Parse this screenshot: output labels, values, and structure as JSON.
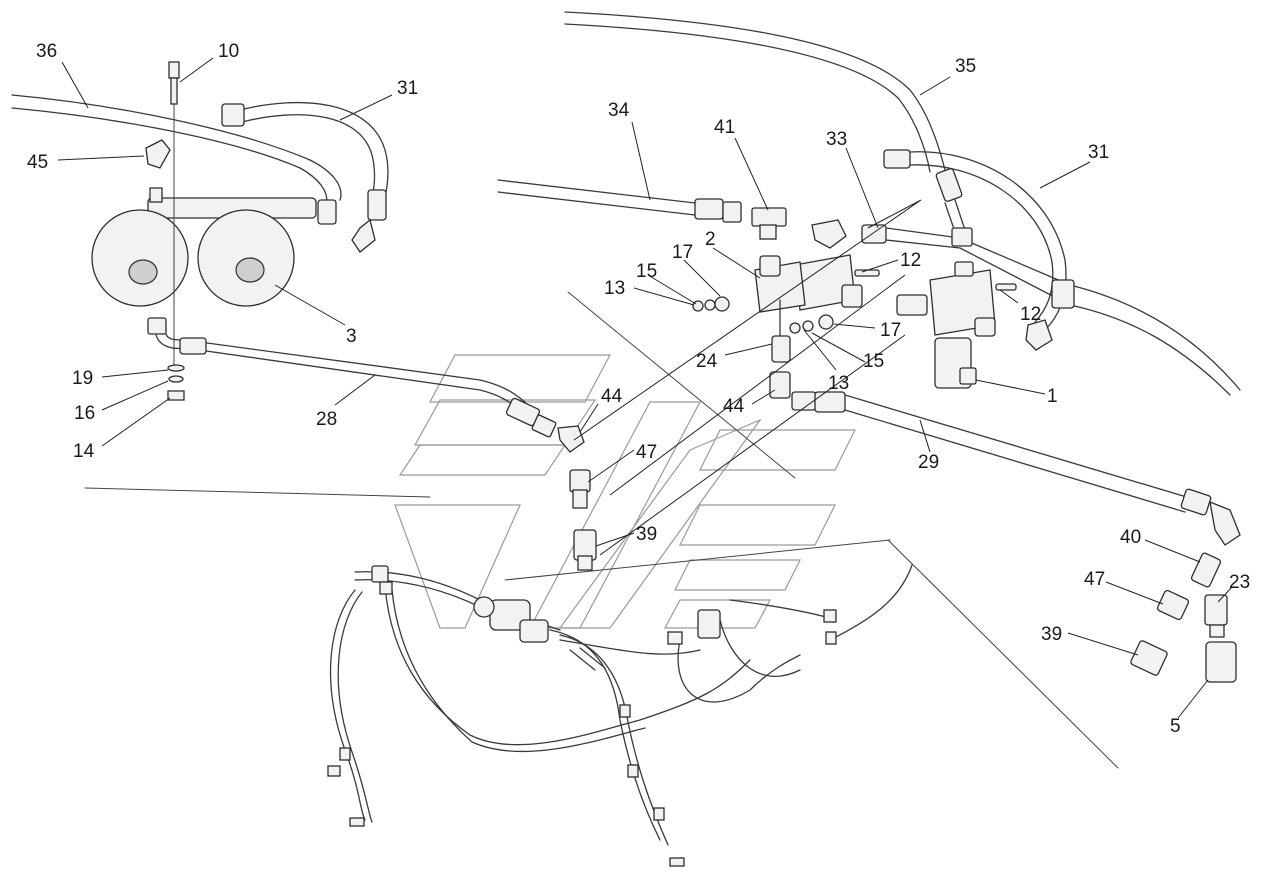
{
  "diagram": {
    "callouts": [
      {
        "id": "c36",
        "text": "36"
      },
      {
        "id": "c10",
        "text": "10"
      },
      {
        "id": "c31a",
        "text": "31"
      },
      {
        "id": "c45",
        "text": "45"
      },
      {
        "id": "c3",
        "text": "3"
      },
      {
        "id": "c19",
        "text": "19"
      },
      {
        "id": "c16",
        "text": "16"
      },
      {
        "id": "c14",
        "text": "14"
      },
      {
        "id": "c28",
        "text": "28"
      },
      {
        "id": "c35",
        "text": "35"
      },
      {
        "id": "c34",
        "text": "34"
      },
      {
        "id": "c41",
        "text": "41"
      },
      {
        "id": "c33",
        "text": "33"
      },
      {
        "id": "c31b",
        "text": "31"
      },
      {
        "id": "c2",
        "text": "2"
      },
      {
        "id": "c17a",
        "text": "17"
      },
      {
        "id": "c12a",
        "text": "12"
      },
      {
        "id": "c15a",
        "text": "15"
      },
      {
        "id": "c13a",
        "text": "13"
      },
      {
        "id": "c12b",
        "text": "12"
      },
      {
        "id": "c17b",
        "text": "17"
      },
      {
        "id": "c24",
        "text": "24"
      },
      {
        "id": "c13b",
        "text": "13"
      },
      {
        "id": "c15b",
        "text": "15"
      },
      {
        "id": "c1",
        "text": "1"
      },
      {
        "id": "c44a",
        "text": "44"
      },
      {
        "id": "c44b",
        "text": "44"
      },
      {
        "id": "c29",
        "text": "29"
      },
      {
        "id": "c47a",
        "text": "47"
      },
      {
        "id": "c39a",
        "text": "39"
      },
      {
        "id": "c40",
        "text": "40"
      },
      {
        "id": "c47b",
        "text": "47"
      },
      {
        "id": "c23",
        "text": "23"
      },
      {
        "id": "c39b",
        "text": "39"
      },
      {
        "id": "c5",
        "text": "5"
      }
    ]
  }
}
